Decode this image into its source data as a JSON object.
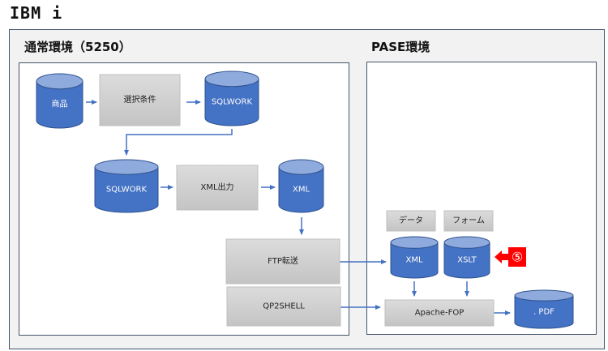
{
  "title": "IBM i",
  "environments": {
    "native": {
      "label": "通常環境（5250）"
    },
    "pase": {
      "label": "PASE環境"
    }
  },
  "nodes": {
    "shohin": {
      "label": "商品",
      "type": "database"
    },
    "selection": {
      "label": "選択条件",
      "type": "process"
    },
    "sqlwork1": {
      "label": "SQLWORK",
      "type": "database"
    },
    "sqlwork2": {
      "label": "SQLWORK",
      "type": "database"
    },
    "xml_output": {
      "label": "XML出力",
      "type": "process"
    },
    "xml1": {
      "label": "XML",
      "type": "database"
    },
    "ftp": {
      "label": "FTP転送",
      "type": "process"
    },
    "qp2shell": {
      "label": "QP2SHELL",
      "type": "process"
    },
    "data_label": {
      "label": "データ",
      "type": "label"
    },
    "form_label": {
      "label": "フォーム",
      "type": "label"
    },
    "xml2": {
      "label": "XML",
      "type": "database"
    },
    "xslt": {
      "label": "XSLT",
      "type": "database"
    },
    "fop": {
      "label": "Apache-FOP",
      "type": "process"
    },
    "pdf": {
      "label": ". PDF",
      "type": "database"
    }
  },
  "callout": {
    "label": "⑤",
    "target": "xslt"
  },
  "edges": [
    {
      "from": "shohin",
      "to": "selection"
    },
    {
      "from": "selection",
      "to": "sqlwork1"
    },
    {
      "from": "sqlwork1",
      "to": "sqlwork2"
    },
    {
      "from": "sqlwork2",
      "to": "xml_output"
    },
    {
      "from": "xml_output",
      "to": "xml1"
    },
    {
      "from": "xml1",
      "to": "ftp"
    },
    {
      "from": "ftp",
      "to": "xml2"
    },
    {
      "from": "qp2shell",
      "to": "fop"
    },
    {
      "from": "xml2",
      "to": "fop"
    },
    {
      "from": "xslt",
      "to": "fop"
    },
    {
      "from": "fop",
      "to": "pdf"
    }
  ],
  "colors": {
    "database_fill": "#4472c4",
    "database_top": "#8faadc",
    "database_stroke": "#2f528f",
    "process_fill": "#d0d0d0",
    "edge": "#4472c4",
    "callout": "#ff0000"
  }
}
